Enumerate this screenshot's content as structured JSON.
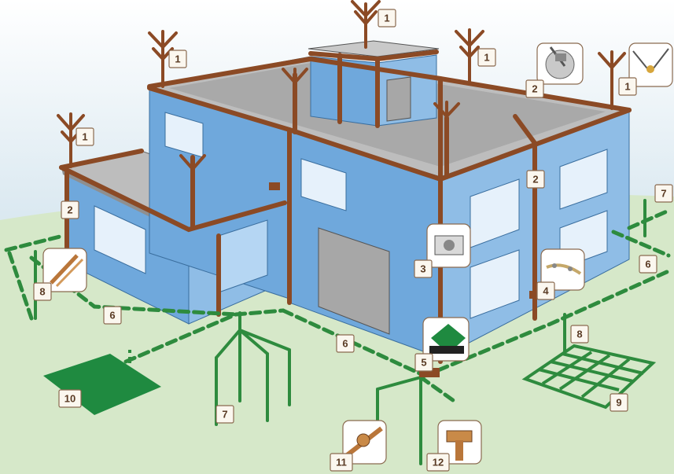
{
  "callouts": [
    "1",
    "1",
    "1",
    "1",
    "1",
    "1",
    "2",
    "2",
    "2",
    "3",
    "4",
    "5",
    "6",
    "6",
    "6",
    "7",
    "7",
    "8",
    "8",
    "9",
    "10",
    "11",
    "12"
  ],
  "colors": {
    "sky": "#dbe9f1",
    "ground": "#d6e8c9",
    "wall": "#6fa8dc",
    "wall_dark": "#5a93c9",
    "wall_light": "#a9cdef",
    "roof": "#b5b5b5",
    "conductor": "#8b4a25",
    "earth": "#2e8b3e",
    "label_border": "#8a6a4f",
    "label_text": "#5a3b24"
  },
  "icons": {
    "mast_clamp": "mast-clamp-icon",
    "cable_holder": "cable-holder-icon",
    "test_joint": "test-joint-icon",
    "disconnect_box": "disconnect-box-icon",
    "crossed_rods": "crossed-rods-icon",
    "rod_clamp": "rod-clamp-icon",
    "screw_clamp": "screw-clamp-icon",
    "pipe_joint": "pipe-joint-icon"
  }
}
